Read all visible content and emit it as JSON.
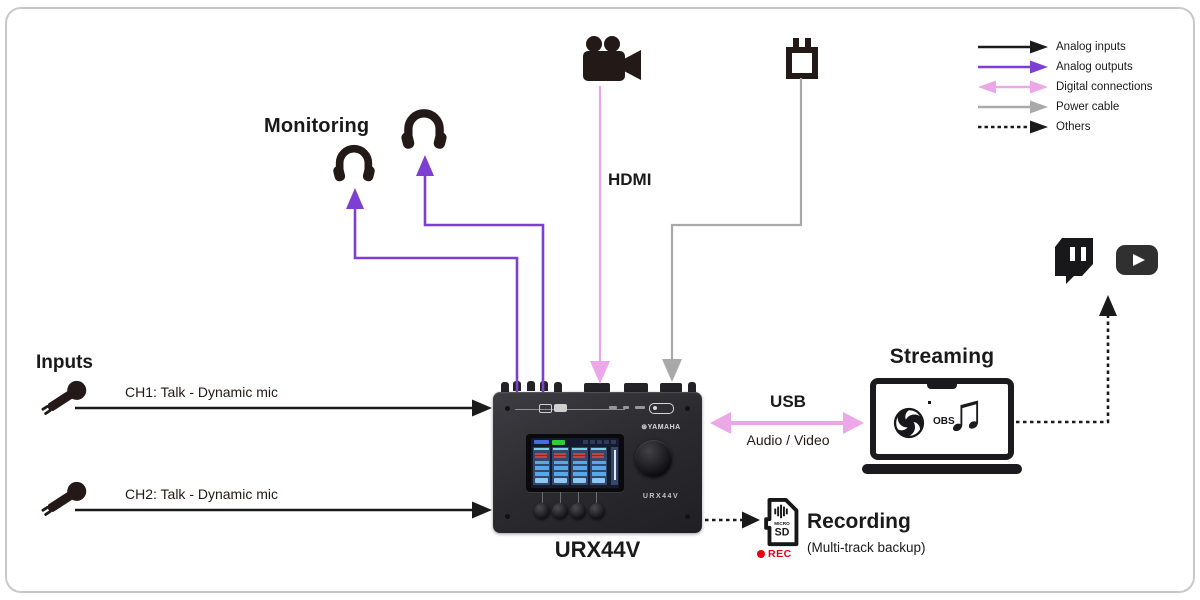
{
  "colors": {
    "analog_inputs": "#1a1a1a",
    "analog_outputs": "#7d3fd1",
    "digital_connections": "#eca7e8",
    "power_cable": "#a9a9a9",
    "others": "#1a1a1a",
    "rec_red": "#e60012"
  },
  "legend": {
    "items": [
      {
        "label": "Analog inputs"
      },
      {
        "label": "Analog outputs"
      },
      {
        "label": "Digital connections"
      },
      {
        "label": "Power cable"
      },
      {
        "label": "Others"
      }
    ]
  },
  "monitoring": {
    "label": "Monitoring"
  },
  "inputs": {
    "label": "Inputs",
    "ch1": "CH1: Talk - Dynamic mic",
    "ch2": "CH2: Talk - Dynamic mic"
  },
  "connections": {
    "hdmi": "HDMI",
    "usb": "USB",
    "usb_sub": "Audio / Video"
  },
  "device": {
    "name": "URX44V",
    "brand": "YAMAHA",
    "brand_mark": "⊛",
    "badge": "URX44V"
  },
  "streaming": {
    "label": "Streaming",
    "obs": "OBS"
  },
  "recording": {
    "label": "Recording",
    "sub": "(Multi-track backup)",
    "sd_micro": "MICRO",
    "sd_sd": "SD",
    "rec": "REC"
  },
  "icons": {
    "music_note": "♫"
  }
}
